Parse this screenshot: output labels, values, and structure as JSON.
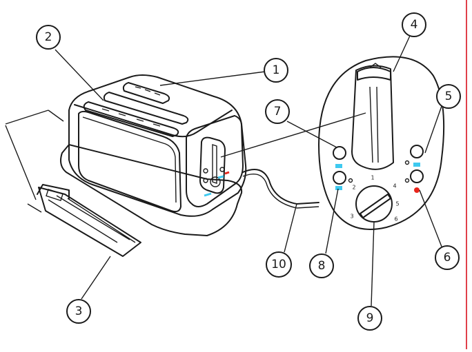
{
  "callouts": {
    "c1": "1",
    "c2": "2",
    "c3": "3",
    "c4": "4",
    "c5": "5",
    "c6": "6",
    "c7": "7",
    "c8": "8",
    "c9": "9",
    "c10": "10"
  },
  "dial_numbers": {
    "d1": "1",
    "d2": "2",
    "d3": "3",
    "d4": "4",
    "d5": "5",
    "d6": "6"
  },
  "colors": {
    "indicator_cyan": "#3ec9f0",
    "indicator_red": "#e8261c",
    "line": "#1a1a1a",
    "page_border": "#e0404a"
  }
}
